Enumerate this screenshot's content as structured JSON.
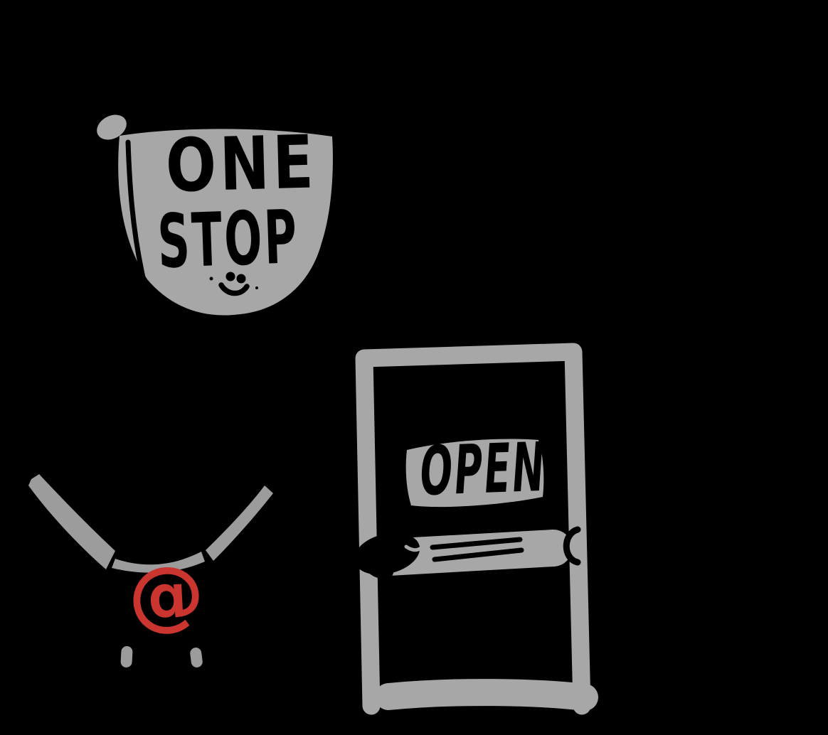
{
  "colors": {
    "background": "#000000",
    "gray": "#a7a7a7",
    "gray_soft": "#9c9c9c",
    "ink": "#000000",
    "red": "#cb3530"
  },
  "sign": {
    "line1": "ONE",
    "line2": "STOP"
  },
  "door": {
    "label": "OPEN"
  },
  "character": {
    "pendant": "@"
  },
  "icons": {
    "smiley": "smiley-face",
    "pendant": "at-symbol"
  }
}
